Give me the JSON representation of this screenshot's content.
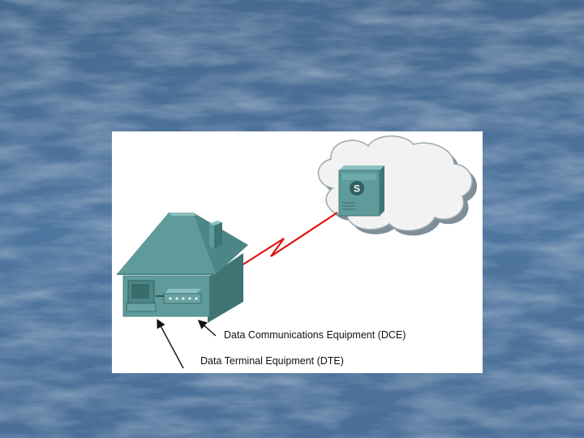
{
  "slide": {
    "background_color": "#4a6f97",
    "panel_color": "#ffffff"
  },
  "diagram": {
    "server_letter": "S",
    "labels": {
      "dce": "Data Communications Equipment (DCE)",
      "dte": "Data Terminal Equipment (DTE)"
    },
    "icons": {
      "home": "house-icon",
      "computer": "computer-icon",
      "modem": "modem-icon",
      "server": "server-icon",
      "cloud": "cloud-icon",
      "link": "lightning-link-icon"
    },
    "colors": {
      "house": "#5f9b9b",
      "cloud": "#f2f2f2",
      "link": "#e01010",
      "arrow": "#111111"
    }
  }
}
